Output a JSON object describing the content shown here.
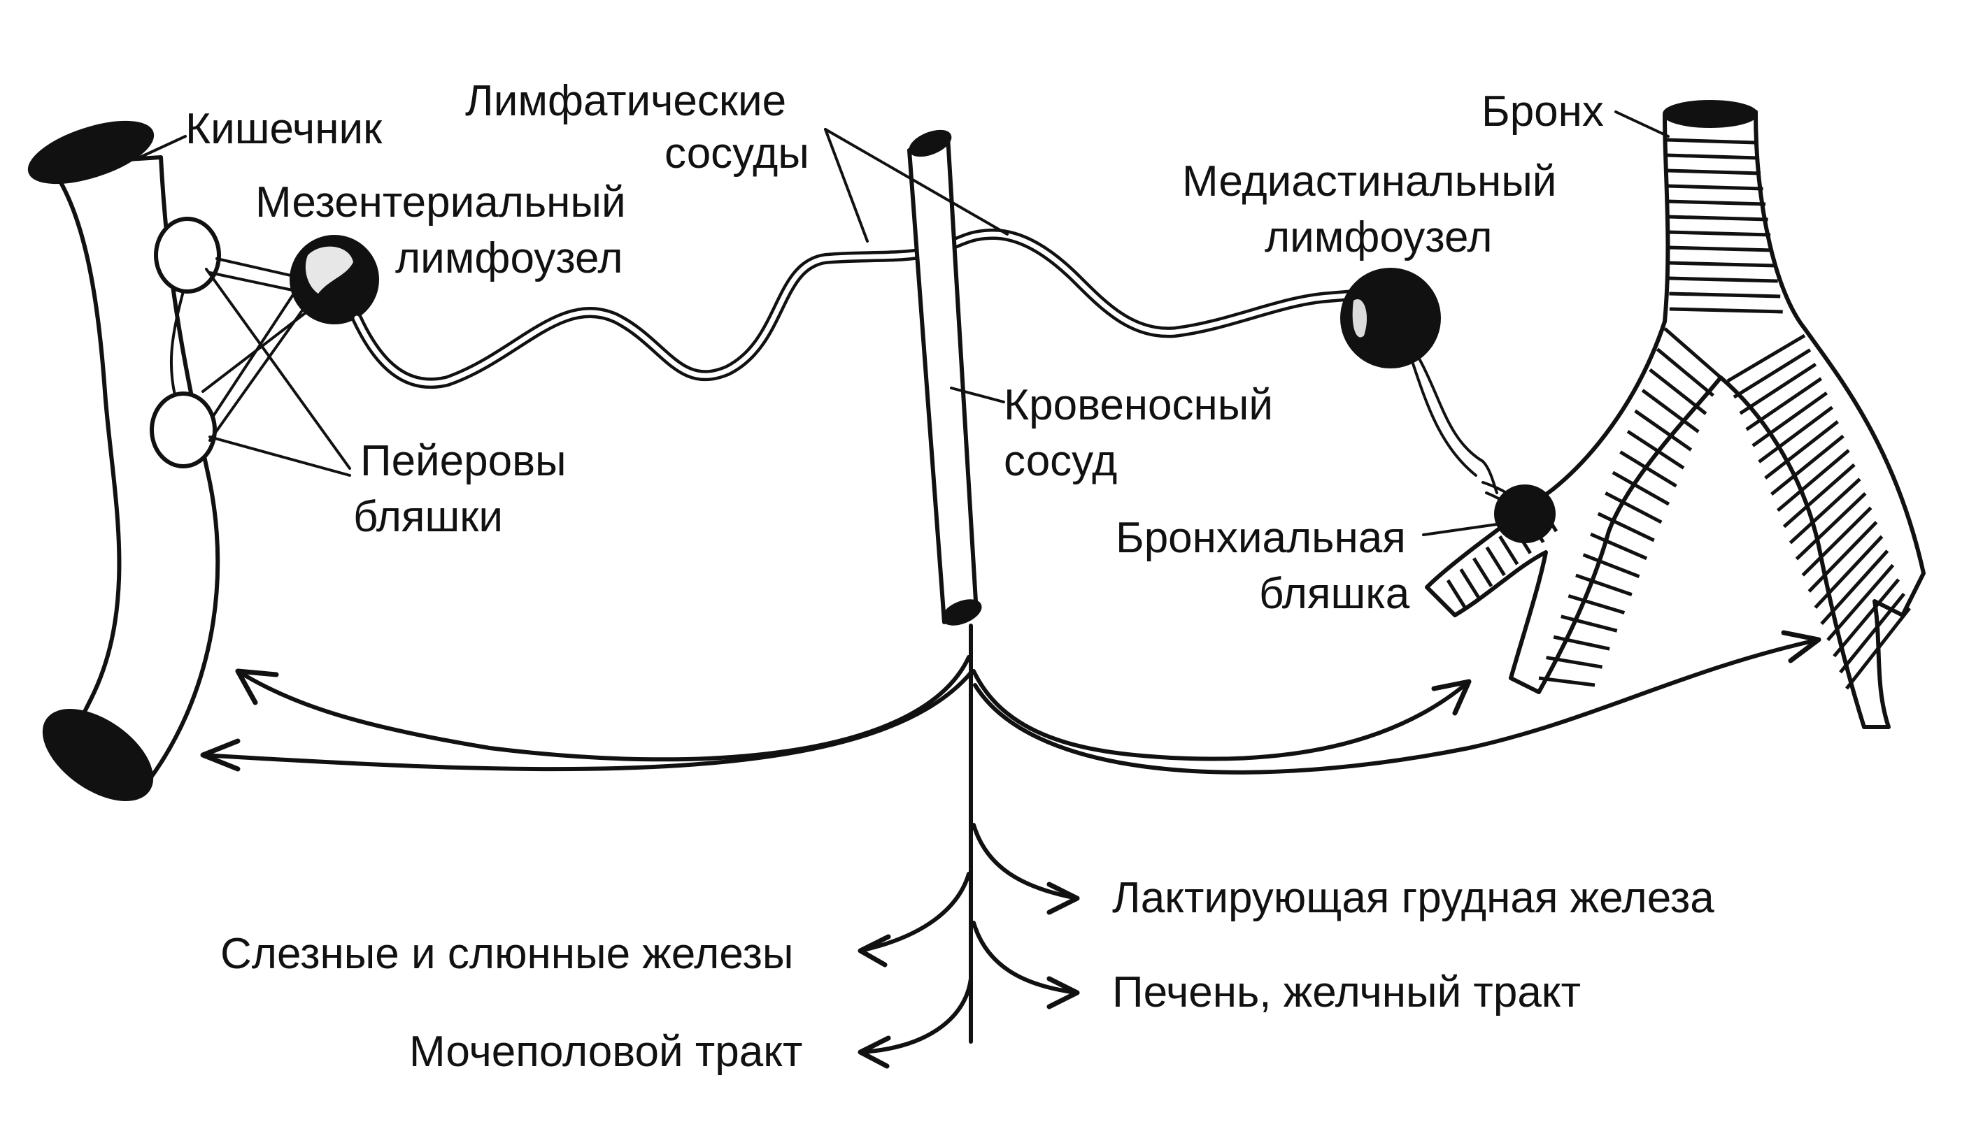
{
  "labels": {
    "intestine": "Кишечник",
    "lymph_vessels_line1": "Лимфатические",
    "lymph_vessels_line2": "сосуды",
    "bronchus": "Бронх",
    "mesenteric_line1": "Мезентериальный",
    "mesenteric_line2": "лимфоузел",
    "mediastinal_line1": "Медиастинальный",
    "mediastinal_line2": "лимфоузел",
    "blood_vessel_line1": "Кровеносный",
    "blood_vessel_line2": "сосуд",
    "peyer_line1": "Пейеровы",
    "peyer_line2": "бляшки",
    "bronchial_line1": "Бронхиальная",
    "bronchial_line2": "бляшка",
    "lactating": "Лактирующая грудная железа",
    "lacrimal": "Слезные и слюнные железы",
    "liver": "Печень, желчный тракт",
    "urogenital": "Мочеполовой тракт"
  },
  "colors": {
    "ink": "#111111",
    "background": "#ffffff"
  }
}
